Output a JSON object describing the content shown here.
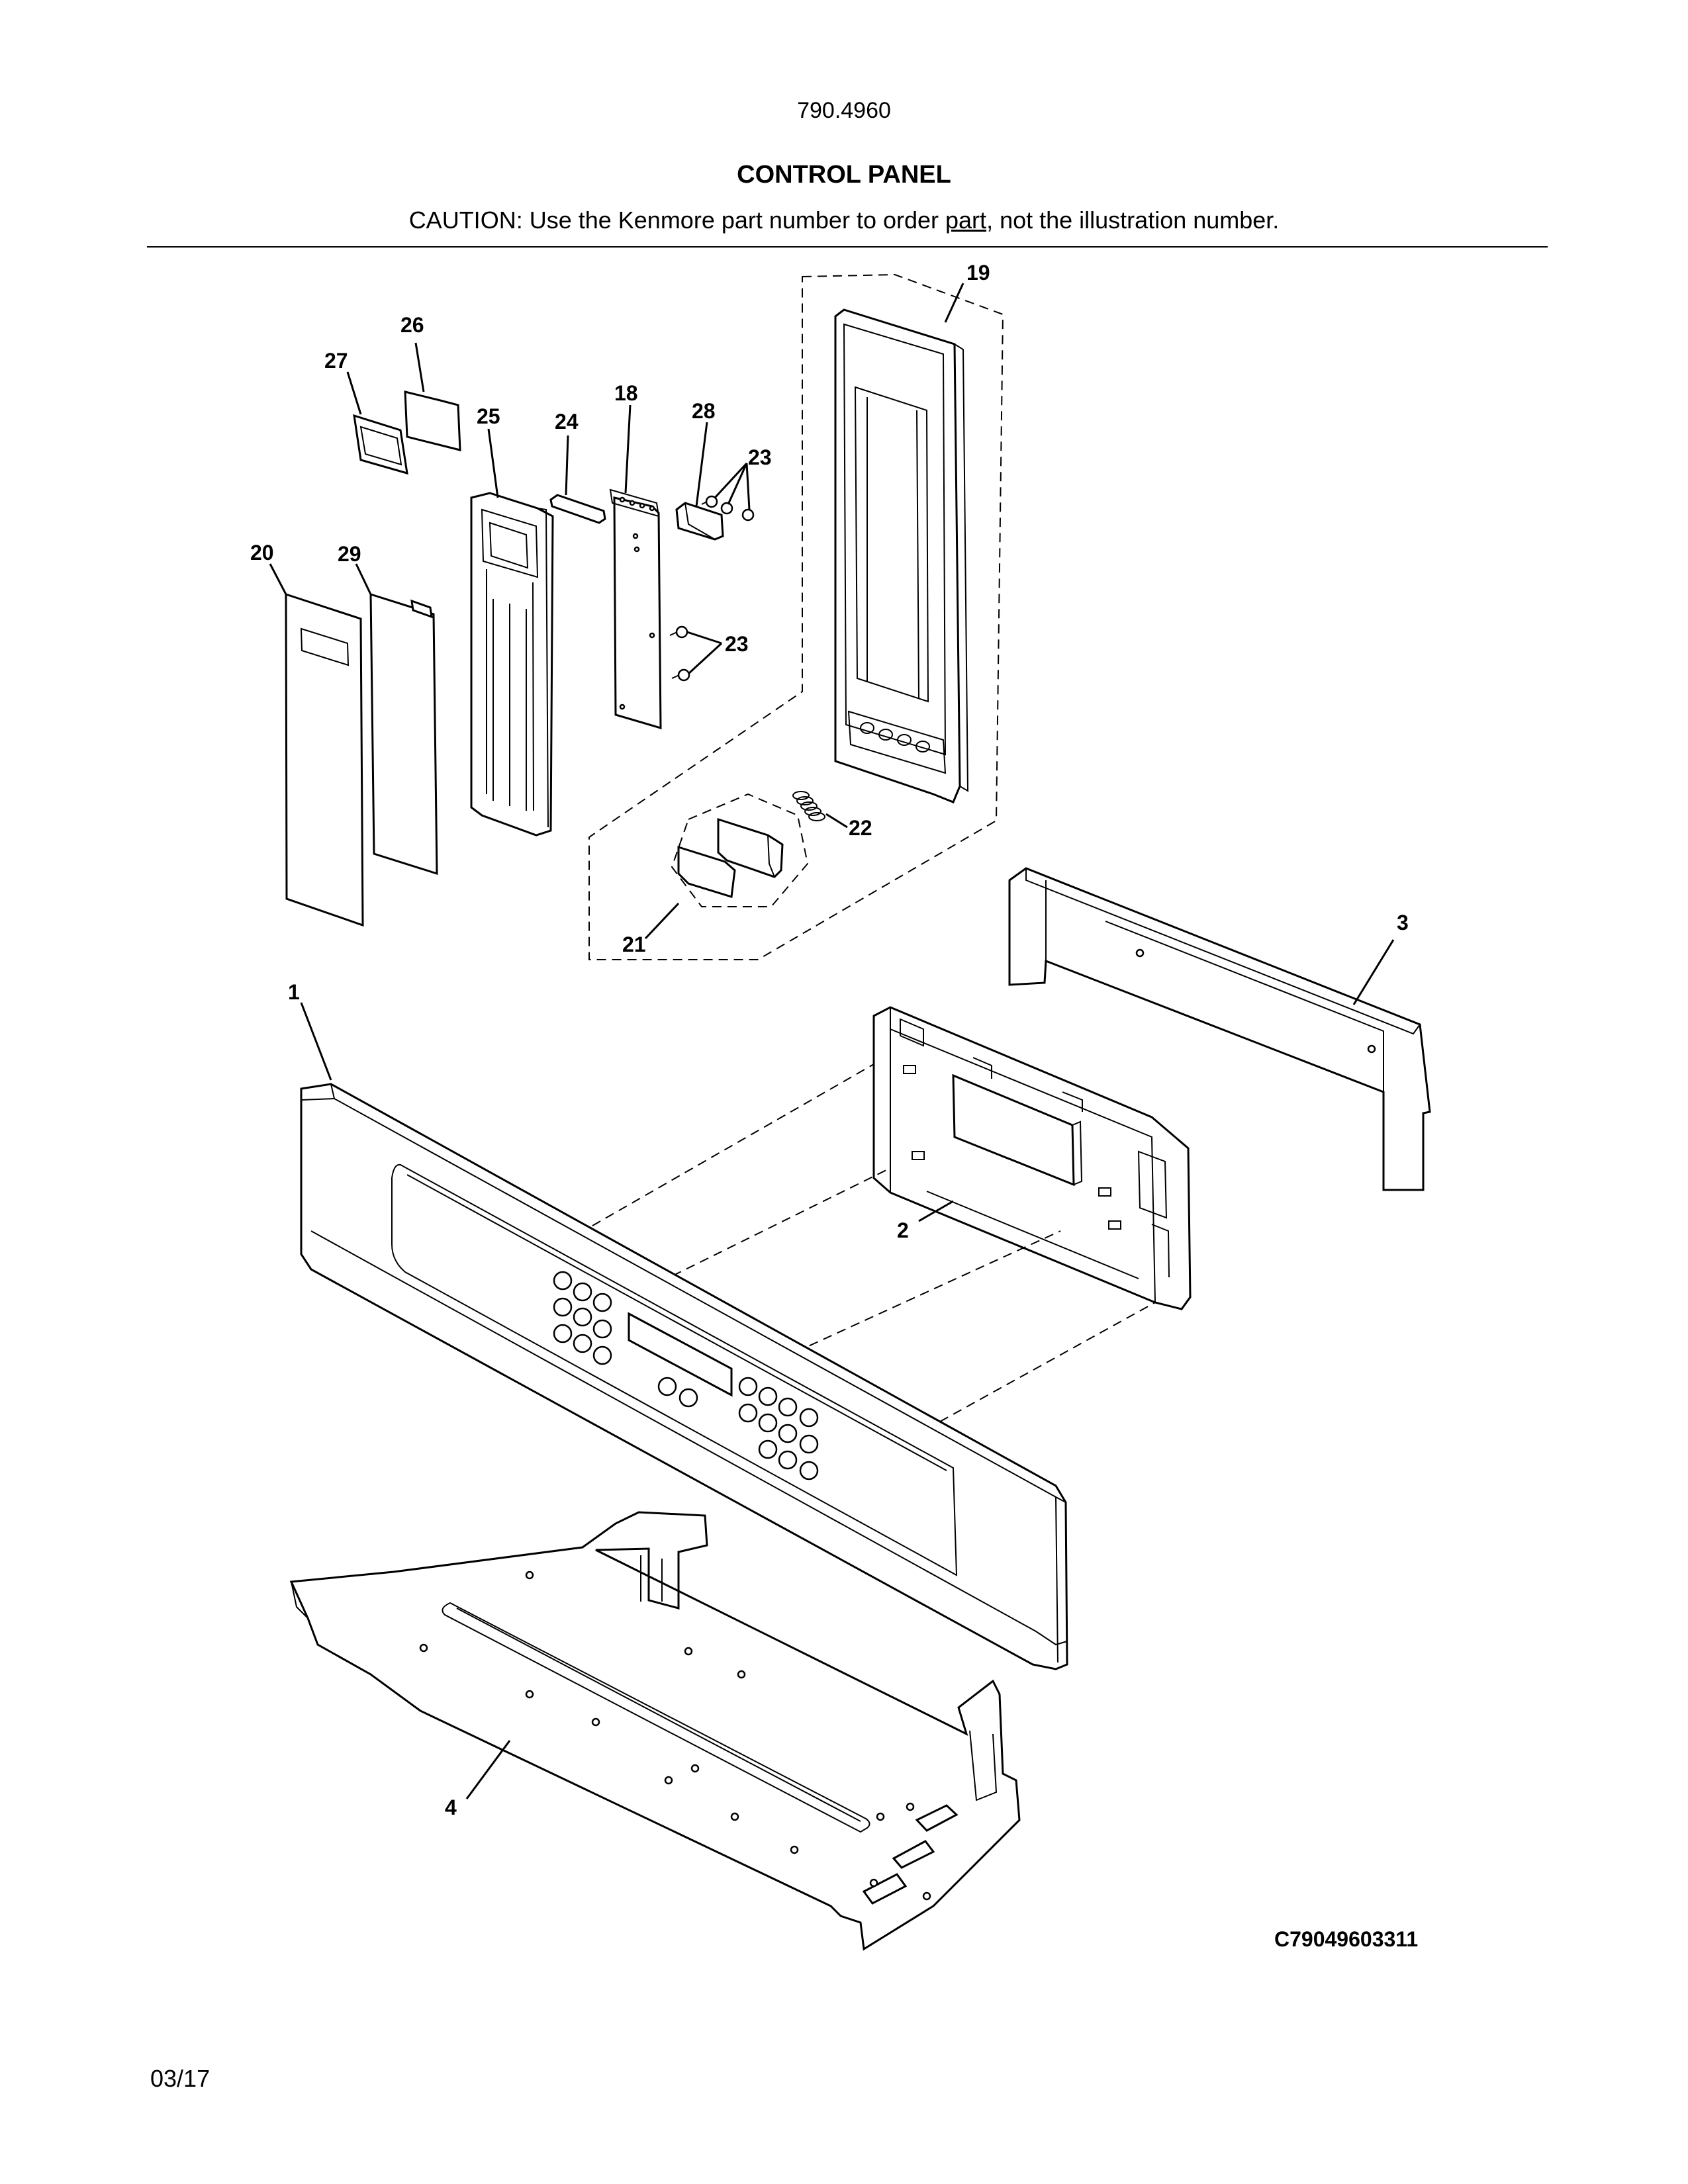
{
  "header": {
    "model_number": "790.4960",
    "section_title": "CONTROL PANEL",
    "caution_prefix": "CAUTION: Use the Kenmore part number to order ",
    "caution_link": "part",
    "caution_suffix": ", not the illustration number."
  },
  "callouts": [
    "1",
    "2",
    "3",
    "4",
    "18",
    "19",
    "20",
    "21",
    "22",
    "23",
    "23",
    "24",
    "25",
    "26",
    "27",
    "28",
    "29"
  ],
  "footer": {
    "diagram_code": "C79049603311",
    "date": "03/17"
  }
}
